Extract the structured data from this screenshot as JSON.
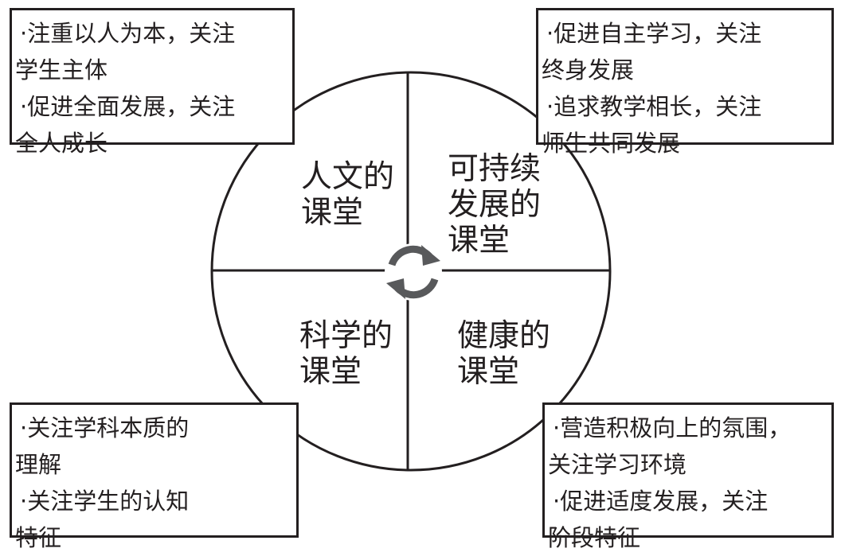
{
  "quadrants": {
    "top_left": {
      "line1": "人文的",
      "line2": "课堂"
    },
    "top_right": {
      "line1": "可持续",
      "line2": "发展的",
      "line3": "课堂"
    },
    "bottom_left": {
      "line1": "科学的",
      "line2": "课堂"
    },
    "bottom_right": {
      "line1": "健康的",
      "line2": "课堂"
    }
  },
  "boxes": {
    "top_left": [
      "·注重以人为本，关注",
      "学生主体",
      "·促进全面发展，关注",
      "全人成长"
    ],
    "top_right": [
      "·促进自主学习，关注",
      "终身发展",
      "·追求教学相长，关注",
      "师生共同发展"
    ],
    "bottom_left": [
      "·关注学科本质的",
      "理解",
      "·关注学生的认知",
      "特征"
    ],
    "bottom_right": [
      "·营造积极向上的氛围，",
      "关注学习环境",
      "·促进适度发展，关注",
      "阶段特征"
    ]
  },
  "colors": {
    "stroke": "#231f20",
    "cycle_icon": "#58595b"
  },
  "icons": {
    "center": "cycle-arrows-icon"
  }
}
